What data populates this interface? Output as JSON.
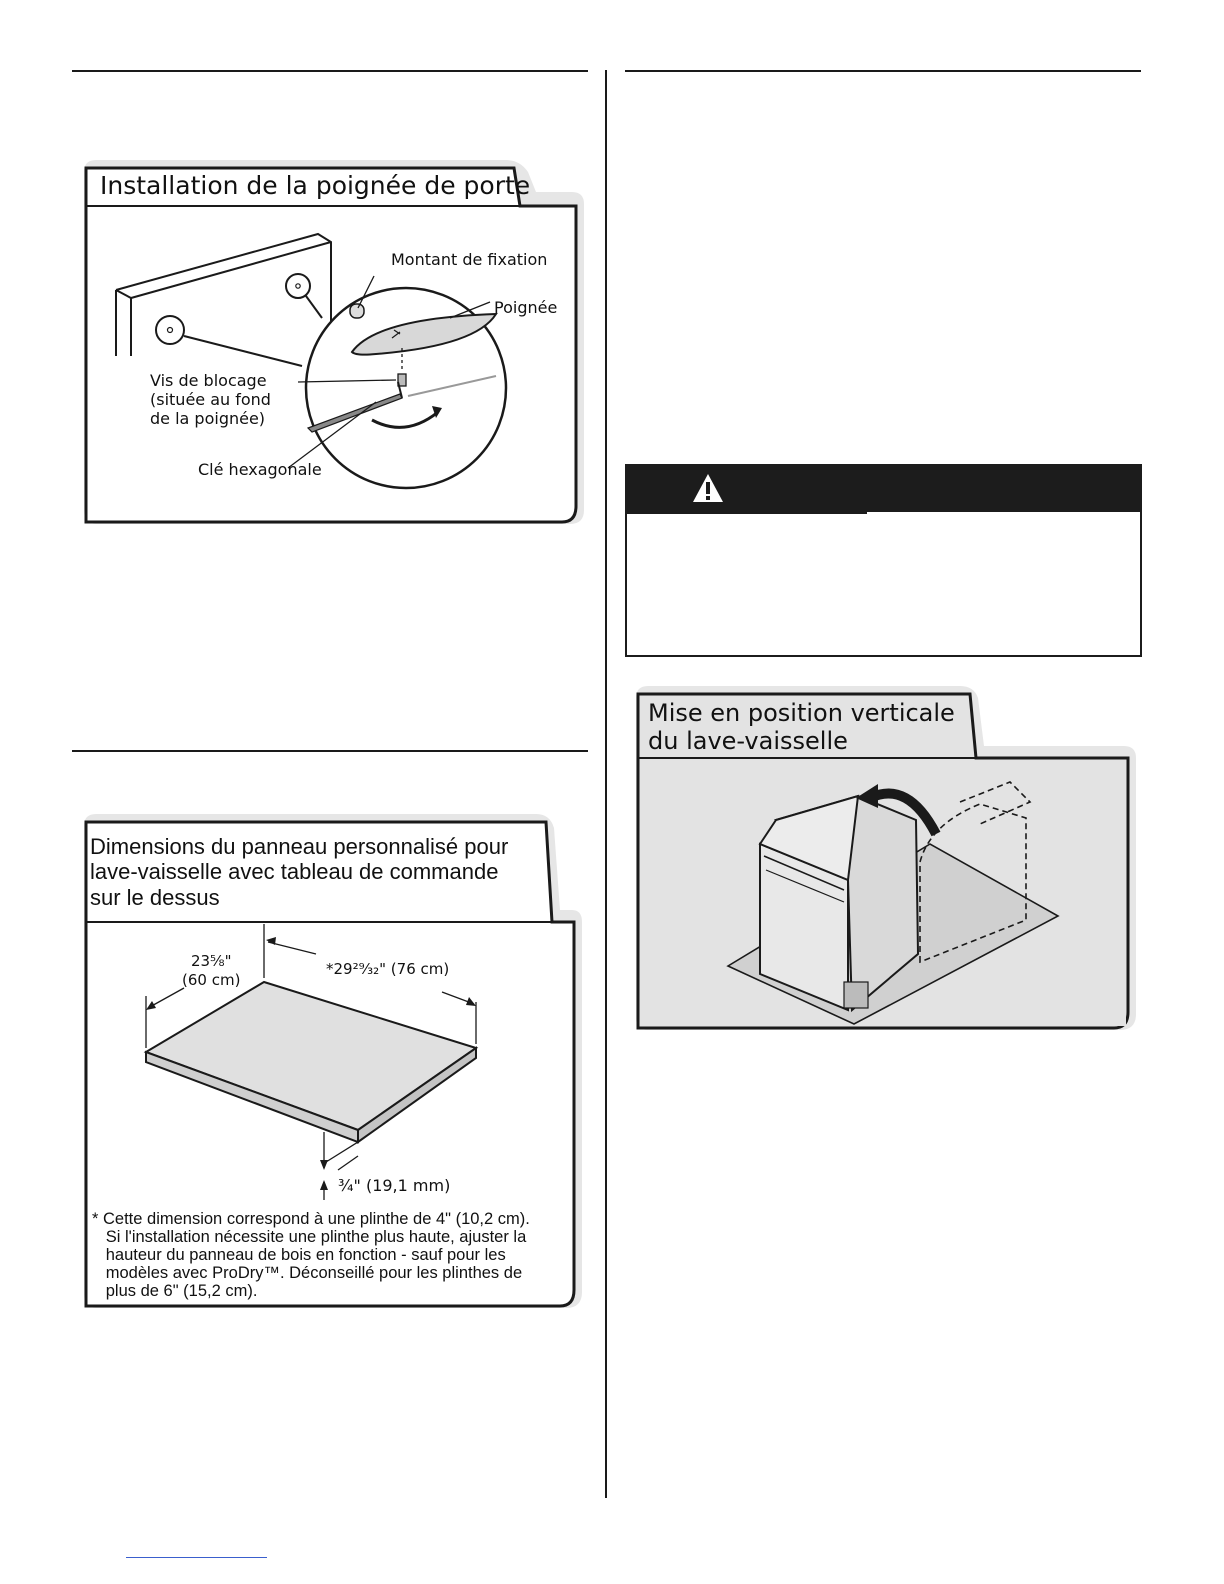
{
  "figures": {
    "door_handle": {
      "title": "Installation de la poignée de porte",
      "labels": {
        "mounting_post": "Montant de fixation",
        "handle": "Poignée",
        "set_screw": "Vis de blocage\n(située au fond\nde la poignée)",
        "hex_key": "Clé hexagonale"
      }
    },
    "custom_panel": {
      "title": "Dimensions du panneau personnalisé pour\nlave-vaisselle avec tableau de commande\nsur le dessus",
      "dim_width": "23⅝\"\n(60 cm)",
      "dim_height": "*29²⁹⁄₃₂\" (76 cm)",
      "dim_thickness": "¾\" (19,1 mm)",
      "footnote": "* Cette dimension correspond à une plinthe de 4\" (10,2 cm).\n   Si l'installation nécessite une plinthe plus haute, ajuster la\n   hauteur du panneau de bois en fonction - sauf pour les\n   modèles avec ProDry™. Déconseillé pour les plinthes de\n   plus de 6\" (15,2 cm)."
    },
    "upright": {
      "title": "Mise en position verticale\ndu lave-vaisselle"
    }
  },
  "warning": {
    "icon": "warning-triangle-icon",
    "bar_color": "#1c1c1c"
  }
}
